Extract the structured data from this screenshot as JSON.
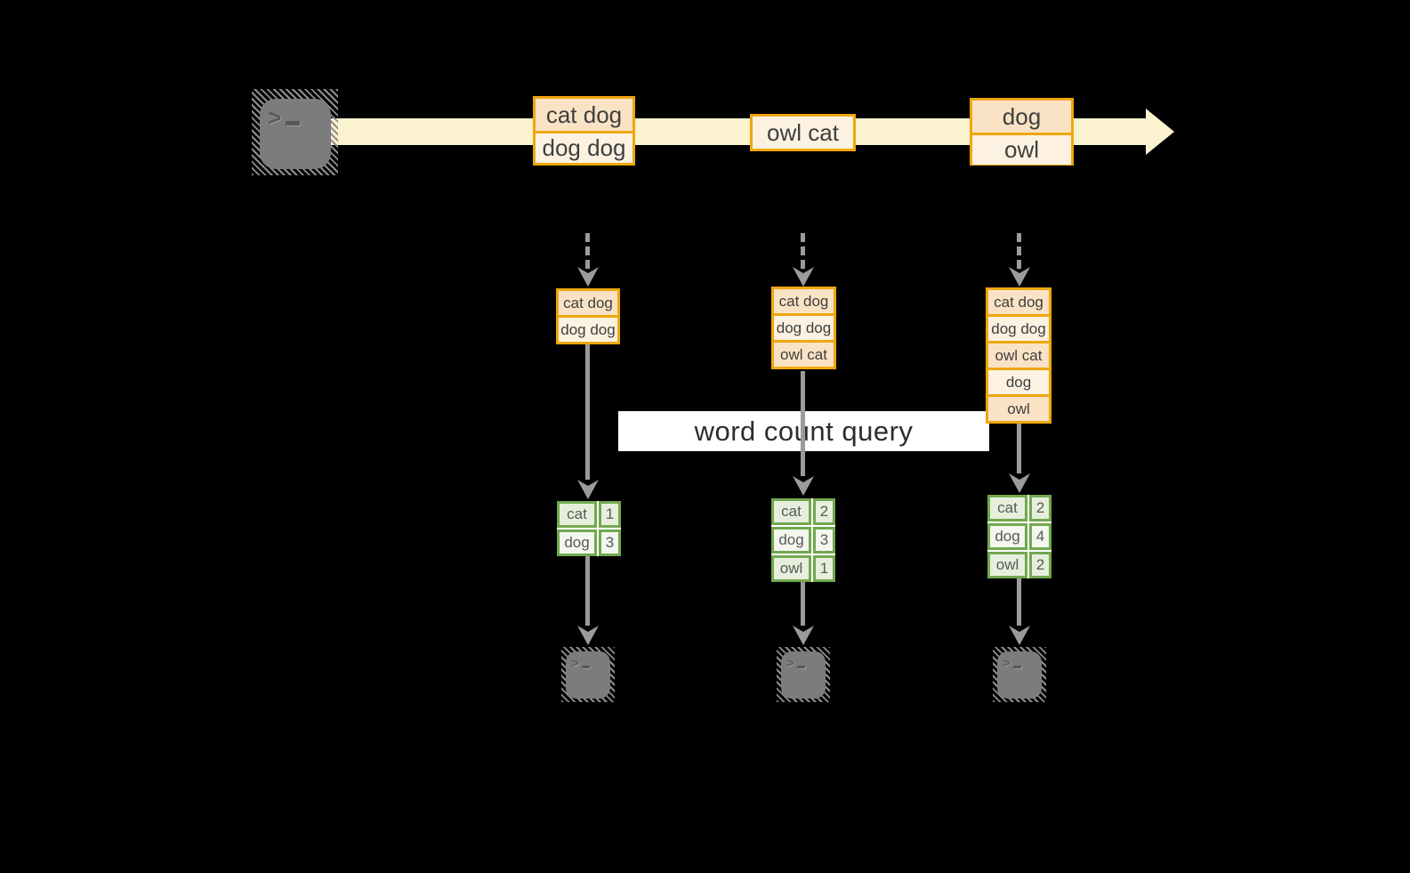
{
  "diagram": {
    "title_hint": "streaming word count",
    "label": {
      "text": "word count query"
    },
    "stream": {
      "batches": [
        {
          "records": [
            "cat dog",
            "dog dog"
          ]
        },
        {
          "records": [
            "owl cat"
          ]
        },
        {
          "records": [
            "dog",
            "owl"
          ]
        }
      ]
    },
    "columns": [
      {
        "window_records": [
          "cat dog",
          "dog dog"
        ],
        "counts": [
          {
            "word": "cat",
            "count": "1"
          },
          {
            "word": "dog",
            "count": "3"
          }
        ]
      },
      {
        "window_records": [
          "cat dog",
          "dog dog",
          "owl cat"
        ],
        "counts": [
          {
            "word": "cat",
            "count": "2"
          },
          {
            "word": "dog",
            "count": "3"
          },
          {
            "word": "owl",
            "count": "1"
          }
        ]
      },
      {
        "window_records": [
          "cat dog",
          "dog dog",
          "owl cat",
          "dog",
          "owl"
        ],
        "counts": [
          {
            "word": "cat",
            "count": "2"
          },
          {
            "word": "dog",
            "count": "4"
          },
          {
            "word": "owl",
            "count": "2"
          }
        ]
      }
    ],
    "colors": {
      "background": "#000000",
      "stream_band": "#fbf2cf",
      "record_border": "#f0a70e",
      "record_fill_dark": "#fae3c5",
      "record_fill_light": "#fdf2e1",
      "table_border": "#72a84f",
      "table_fill_dark": "#e7efdc",
      "table_fill_light": "#f3f7ee",
      "arrow_gray": "#9b9b9b",
      "terminal_gray": "#7c7c7c",
      "label_bg": "#ffffff"
    }
  }
}
